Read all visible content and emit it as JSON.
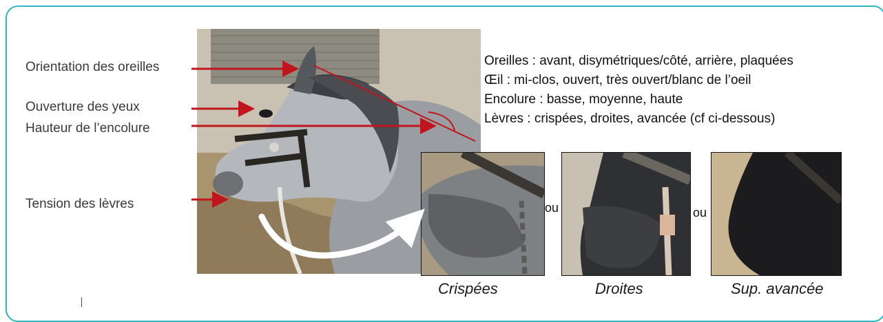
{
  "labels": {
    "ears": "Orientation des oreilles",
    "eyes": "Ouverture des yeux",
    "neck": "Hauteur de l’encolure",
    "lips": "Tension des lèvres"
  },
  "descriptions": [
    "Oreilles : avant, disymétriques/côté, arrière, plaquées",
    "Œil  : mi-clos, ouvert, très ouvert/blanc de l’oeil",
    "Encolure : basse, moyenne, haute",
    "Lèvres : crispées, droites, avancée (cf ci-dessous)"
  ],
  "separators": [
    "ou",
    "ou"
  ],
  "captions": [
    "Crispées",
    "Droites",
    "Sup. avancée"
  ],
  "colors": {
    "frame": "#2bb6be",
    "arrow": "#c0151c"
  }
}
